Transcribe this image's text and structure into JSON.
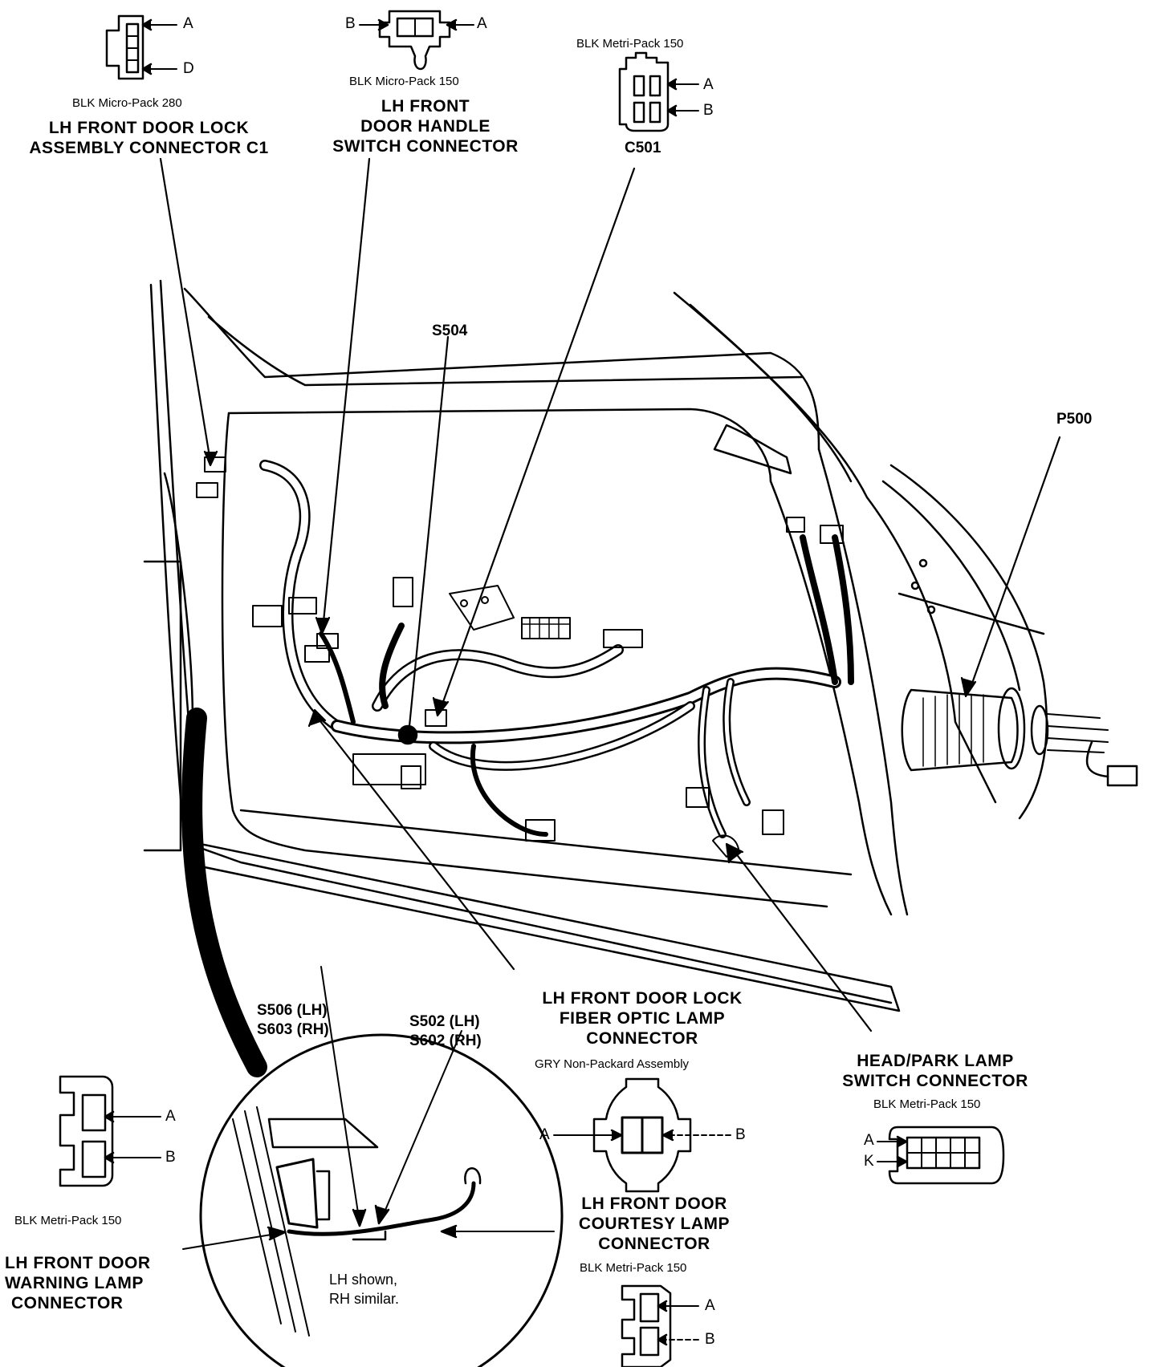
{
  "connectors": {
    "door_lock_c1": {
      "spec": "BLK Micro-Pack 280",
      "title": [
        "LH FRONT DOOR LOCK",
        "ASSEMBLY CONNECTOR C1"
      ],
      "pins": [
        "A",
        "D"
      ]
    },
    "door_handle_switch": {
      "spec": "BLK Micro-Pack 150",
      "title": [
        "LH FRONT",
        "DOOR HANDLE",
        "SWITCH CONNECTOR"
      ],
      "pins": [
        "B",
        "A"
      ]
    },
    "c501": {
      "spec": "BLK Metri-Pack 150",
      "title": "C501",
      "pins": [
        "A",
        "B"
      ]
    },
    "fiber_optic_lamp": {
      "title": [
        "LH FRONT DOOR LOCK",
        "FIBER OPTIC LAMP",
        "CONNECTOR"
      ],
      "spec": "GRY Non-Packard Assembly",
      "pins": [
        "A",
        "B"
      ]
    },
    "head_park_lamp": {
      "title": [
        "HEAD/PARK LAMP",
        "SWITCH CONNECTOR"
      ],
      "spec": "BLK Metri-Pack 150",
      "pins": [
        "A",
        "K"
      ]
    },
    "warning_lamp": {
      "spec": "BLK Metri-Pack 150",
      "title": [
        "LH FRONT DOOR",
        "WARNING LAMP",
        "CONNECTOR"
      ],
      "pins": [
        "A",
        "B"
      ]
    },
    "courtesy_lamp": {
      "title": [
        "LH FRONT DOOR",
        "COURTESY LAMP",
        "CONNECTOR"
      ],
      "spec": "BLK Metri-Pack 150",
      "pins": [
        "A",
        "B"
      ]
    }
  },
  "splices": {
    "s504": "S504",
    "p500": "P500",
    "s506_lh": "S506  (LH)",
    "s603_rh": "S603  (RH)",
    "s502_lh": "S502  (LH)",
    "s602_rh": "S602  (RH)"
  },
  "detail_note": [
    "LH shown,",
    "RH similar."
  ]
}
